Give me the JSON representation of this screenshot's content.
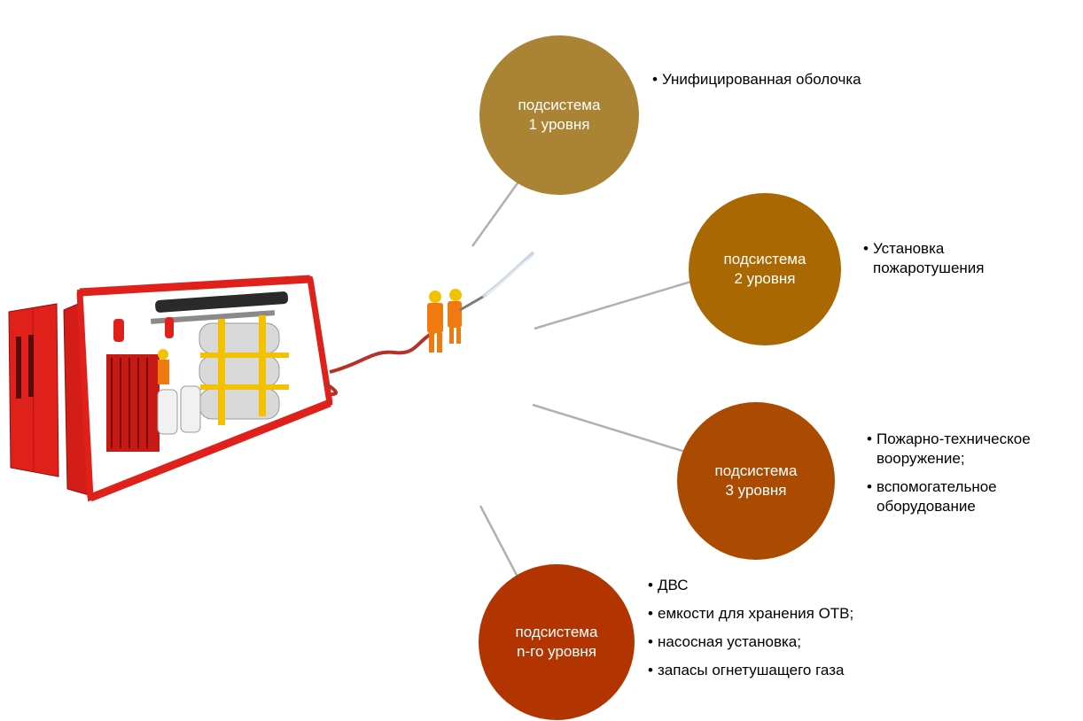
{
  "colors": {
    "level1": "#AA8434",
    "level2": "#AA6802",
    "level3": "#AB4A01",
    "levelN": "#B23401",
    "connector": "#B0B0B0",
    "equipment_red": "#E0211B",
    "equipment_yellow": "#F2C200",
    "firefighter_orange": "#F07A10"
  },
  "illustration": {
    "icon": "fire-container-with-firefighters-icon"
  },
  "levels": [
    {
      "title_line1": "подсистема",
      "title_line2": "1 уровня",
      "items": [
        "Унифицированная оболочка"
      ]
    },
    {
      "title_line1": "подсистема",
      "title_line2": "2 уровня",
      "items": [
        "Установка пожаротушения"
      ]
    },
    {
      "title_line1": "подсистема",
      "title_line2": "3 уровня",
      "items": [
        "Пожарно-техническое вооружение;",
        "вспомогательное оборудование"
      ]
    },
    {
      "title_line1": "подсистема",
      "title_line2": "n-го уровня",
      "items": [
        "ДВС",
        "емкости для хранения ОТВ;",
        "насосная установка;",
        "запасы огнетушащего газа"
      ]
    }
  ]
}
